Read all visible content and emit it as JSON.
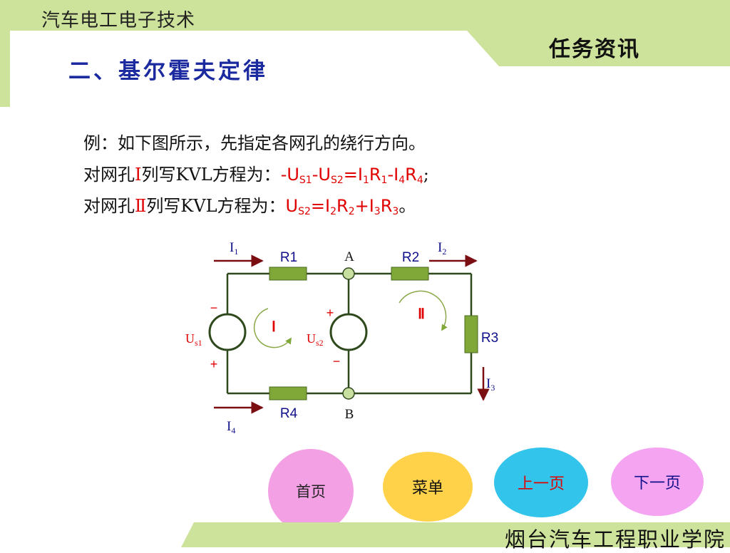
{
  "header": {
    "course_title": "汽车电工电子技术",
    "section_tag": "任务资讯",
    "slide_heading": "二、基尔霍夫定律"
  },
  "content": {
    "line1": "例：如下图所示，先指定各网孔的绕行方向。",
    "line2_prefix": "对网孔",
    "line2_mesh": "Ⅰ",
    "line2_mid": "列写KVL方程为：",
    "line3_prefix": "对网孔",
    "line3_mesh": "Ⅱ",
    "line3_mid": "列写KVL方程为："
  },
  "circuit": {
    "node_a": "A",
    "node_b": "B",
    "r1": "R1",
    "r2": "R2",
    "r3": "R3",
    "r4": "R4",
    "mesh1": "Ⅰ",
    "mesh2": "Ⅱ",
    "us1_minus": "−",
    "us1_plus": "+",
    "us2_plus": "+",
    "us2_minus": "−"
  },
  "nav": {
    "home": "首页",
    "menu": "菜单",
    "prev": "上一页",
    "next": "下一页"
  },
  "footer": {
    "school": "烟台汽车工程职业学院"
  },
  "colors": {
    "band_green": "#cde29a",
    "heading_blue": "#1c2aa0",
    "formula_red": "#e00000",
    "resistor_green": "#7fa838",
    "wire_green": "#2e4a1c",
    "arrow_darkred": "#7a0e10"
  }
}
